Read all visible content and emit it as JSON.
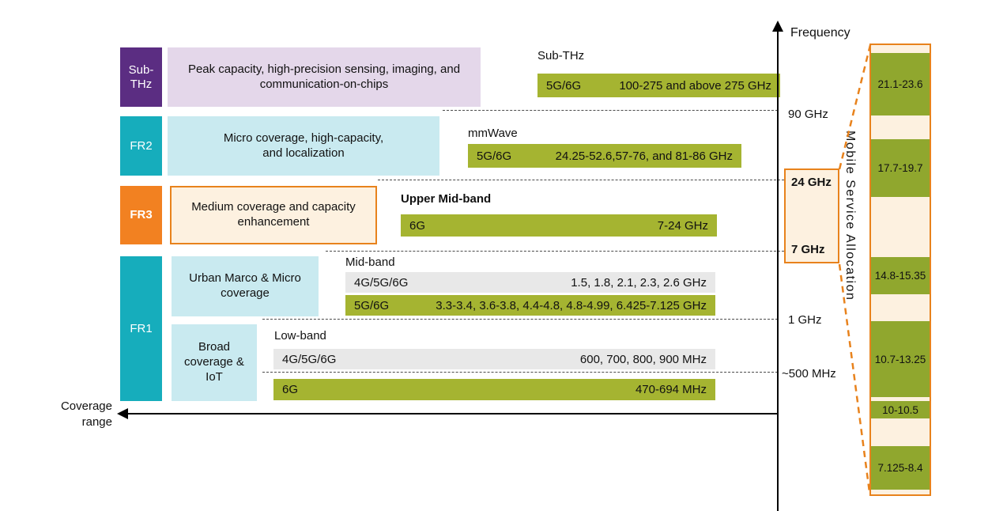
{
  "colors": {
    "purple": "#5b2d82",
    "teal": "#16adbc",
    "light_cyan": "#c9eaf0",
    "lavender": "#e4d7ea",
    "orange": "#f28121",
    "orange_border": "#e8821c",
    "cream": "#fdf1e0",
    "bar_green": "#a5b431",
    "allocation_green": "#90a72e",
    "bar_gray": "#e8e8e8"
  },
  "frequency_ranges": [
    {
      "code": "Sub-THz",
      "description": "Peak capacity, high-precision sensing, imaging, and communication-on-chips"
    },
    {
      "code": "FR2",
      "description": "Micro coverage, high-capacity, and localization"
    },
    {
      "code": "FR3",
      "description": "Medium coverage and capacity enhancement"
    },
    {
      "code": "FR1",
      "descriptions": [
        "Urban Marco & Micro coverage",
        "Broad coverage & IoT"
      ]
    }
  ],
  "spectrum_groups": [
    {
      "band": "Sub-THz",
      "bars": [
        {
          "tech": "5G/6G",
          "range": "100-275 and above 275 GHz",
          "style": "green"
        }
      ]
    },
    {
      "band": "mmWave",
      "bars": [
        {
          "tech": "5G/6G",
          "range": "24.25-52.6,57-76, and 81-86 GHz",
          "style": "green"
        }
      ]
    },
    {
      "band": "Upper Mid-band",
      "bars": [
        {
          "tech": "6G",
          "range": "7-24 GHz",
          "style": "green"
        }
      ]
    },
    {
      "band": "Mid-band",
      "bars": [
        {
          "tech": "4G/5G/6G",
          "range": "1.5, 1.8, 2.1, 2.3, 2.6 GHz",
          "style": "gray"
        },
        {
          "tech": "5G/6G",
          "range": "3.3-3.4, 3.6-3.8, 4.4-4.8, 4.8-4.99, 6.425-7.125 GHz",
          "style": "green"
        }
      ]
    },
    {
      "band": "Low-band",
      "bars": [
        {
          "tech": "4G/5G/6G",
          "range": "600, 700, 800, 900 MHz",
          "style": "gray"
        },
        {
          "tech": "6G",
          "range": "470-694 MHz",
          "style": "green"
        }
      ]
    }
  ],
  "frequency_axis": {
    "title": "Frequency",
    "ticks": [
      "90 GHz",
      "1 GHz",
      "~500 MHz"
    ]
  },
  "coverage_axis": {
    "title": "Coverage range"
  },
  "allocation_panel": {
    "title": "Mobile Service Allocation",
    "highlight_range": {
      "top": "24 GHz",
      "bottom": "7 GHz"
    },
    "segments": [
      "21.1-23.6",
      "17.7-19.7",
      "14.8-15.35",
      "10.7-13.25",
      "10-10.5",
      "7.125-8.4"
    ]
  }
}
